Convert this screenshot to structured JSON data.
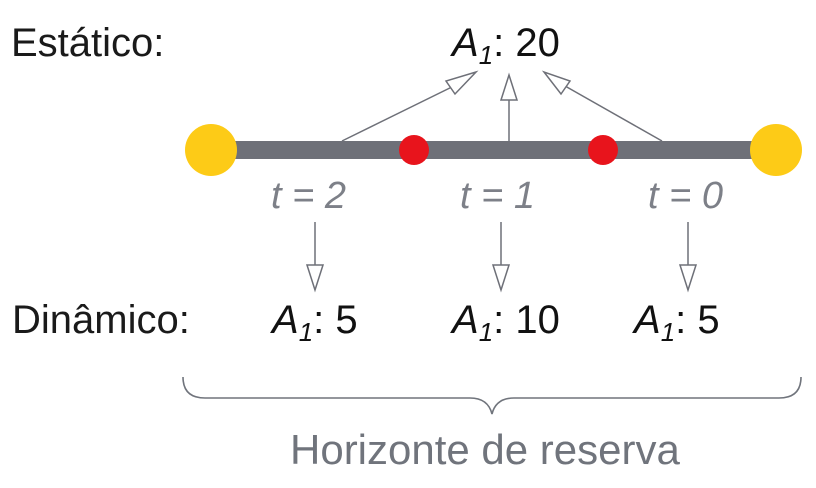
{
  "static": {
    "label": "Estático:",
    "value": {
      "symbol": "A",
      "subscript": "1",
      "rest": ": 20"
    }
  },
  "dynamic": {
    "label": "Dinâmico:",
    "values": [
      {
        "symbol": "A",
        "subscript": "1",
        "rest": ": 5"
      },
      {
        "symbol": "A",
        "subscript": "1",
        "rest": ": 10"
      },
      {
        "symbol": "A",
        "subscript": "1",
        "rest": ": 5"
      }
    ]
  },
  "periods": [
    "t = 2",
    "t = 1",
    "t = 0"
  ],
  "footer": {
    "label": "Horizonte de reserva"
  },
  "colors": {
    "bar": "#6e7078",
    "endpoint": "#fdcb17",
    "midpoint": "#e8141c",
    "arrow": "#6e7078",
    "brace": "#70747c"
  }
}
